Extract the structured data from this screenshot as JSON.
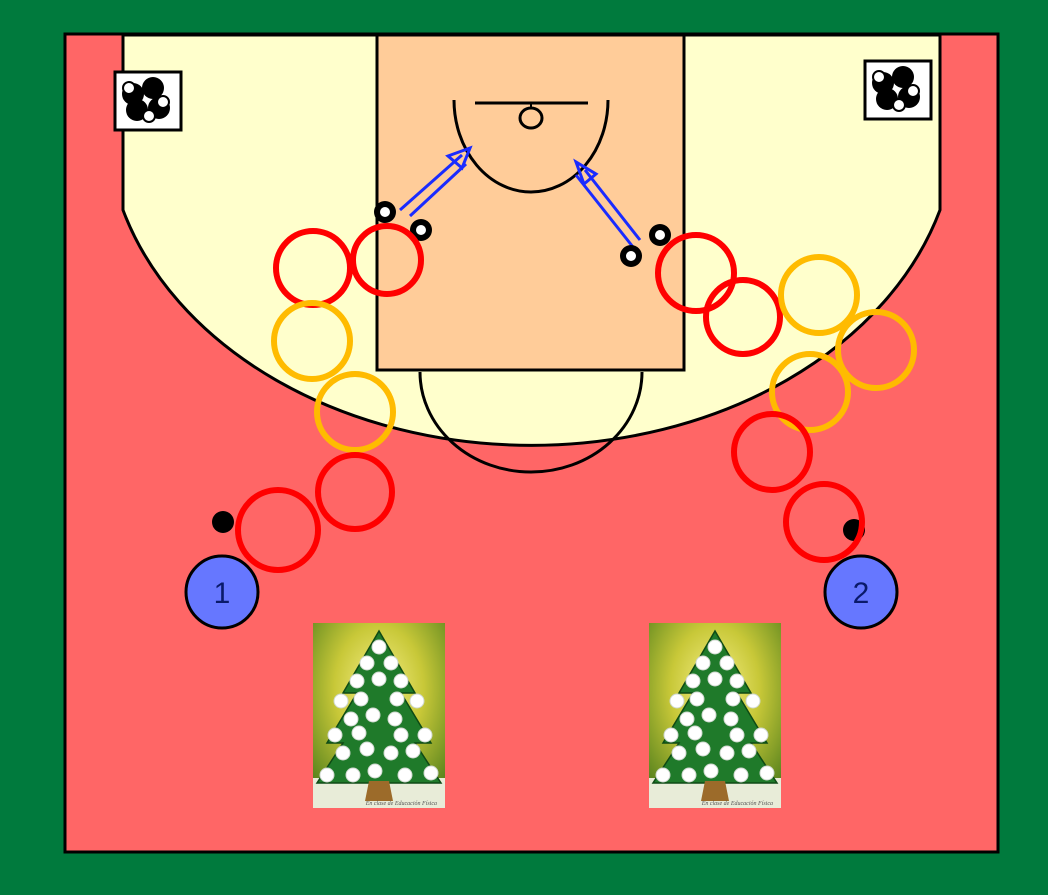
{
  "diagram": {
    "players": [
      {
        "number": "1"
      },
      {
        "number": "2"
      }
    ],
    "poster_caption": "En clase de Educación Física",
    "colors": {
      "background": "#007a3d",
      "court_red": "#ff6666",
      "key_area": "#ffcc99",
      "three_point_area": "#ffffcc",
      "player_fill": "#6677ff",
      "hoop_red": "#ff0000",
      "hoop_yellow": "#ffbb00",
      "arrow": "#1a2bff"
    }
  }
}
